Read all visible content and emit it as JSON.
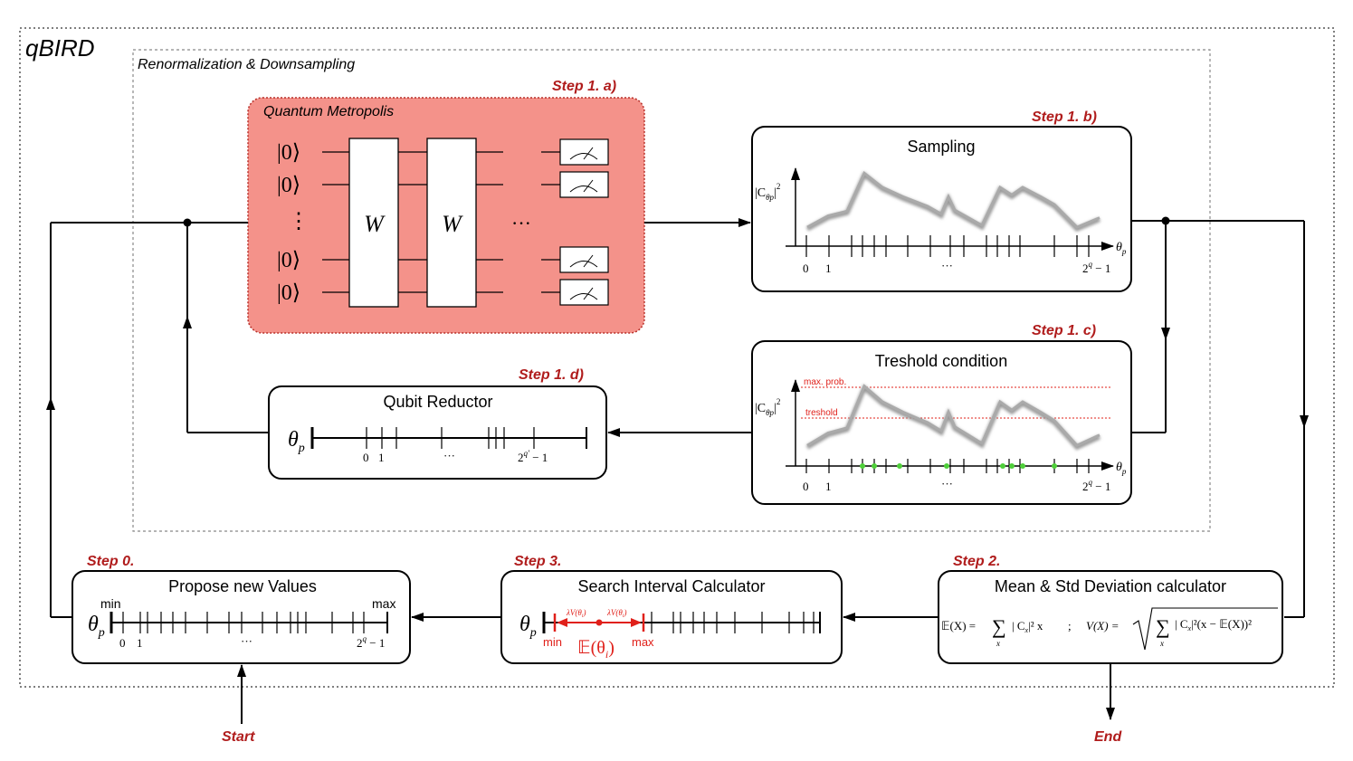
{
  "title": "qBIRD",
  "inner_title": "Renormalization & Downsampling",
  "steps": {
    "s1a": "Step 1. a)",
    "s1b": "Step 1. b)",
    "s1c": "Step 1. c)",
    "s1d": "Step 1. d)",
    "s0": "Step 0.",
    "s2": "Step 2.",
    "s3": "Step 3."
  },
  "quantum": {
    "title": "Quantum Metropolis",
    "ket": "|0⟩",
    "gate": "W",
    "vdots": "⋮",
    "hdots": "···"
  },
  "sampling": {
    "title": "Sampling",
    "ylabel": "|C",
    "ylabel_sub": "θp",
    "ylabel_sup": "2",
    "xlabel": "θ",
    "xlabel_sub": "p",
    "tick0": "0",
    "tick1": "1",
    "dots": "···",
    "tickN": "2",
    "tickN_sup": "q",
    "tickN_tail": " − 1"
  },
  "threshold": {
    "title": "Treshold condition",
    "maxprob": "max. prob.",
    "treshold": "treshold"
  },
  "reductor": {
    "title": "Qubit Reductor",
    "theta": "θ",
    "sub": "p",
    "tick0": "0",
    "tick1": "1",
    "dots": "···",
    "tickN": "2",
    "tickN_sup": "q'",
    "tickN_tail": " − 1"
  },
  "propose": {
    "title": "Propose new Values",
    "min": "min",
    "max": "max",
    "tick0": "0",
    "tick1": "1",
    "dots": "···",
    "tickN": "2",
    "tickN_sup": "q",
    "tickN_tail": " − 1"
  },
  "search": {
    "title": "Search Interval Calculator",
    "lv": "λV(θ",
    "lv_sub": "i",
    "lv_tail": ")",
    "min": "min",
    "max": "max",
    "mean": "𝔼(θ",
    "mean_sub": "i",
    "mean_tail": ")"
  },
  "meanstd": {
    "title": "Mean & Std Deviation calculator",
    "eq1_lhs": "𝔼(X) =",
    "eq1_sum": "∑",
    "eq1_body": "| C",
    "eq1_sub": "x",
    "eq1_tail": "|² x",
    "sep": ";",
    "eq2_lhs": "V(X) =",
    "eq2_body": "| C",
    "eq2_tail": "|²(x − 𝔼(X))²"
  },
  "start": "Start",
  "end": "End",
  "colors": {
    "accent": "#b01c1c",
    "quantum_fill": "#f4928a",
    "red": "#e0201a",
    "green": "#4fcf3a"
  },
  "chart_data": {
    "type": "line",
    "series": [
      {
        "values": [
          0.18,
          0.3,
          0.35,
          0.75,
          0.6,
          0.5,
          0.4,
          0.32,
          0.5,
          0.36,
          0.2,
          0.6,
          0.52,
          0.6,
          0.5,
          0.42,
          0.18,
          0.28
        ]
      }
    ]
  }
}
